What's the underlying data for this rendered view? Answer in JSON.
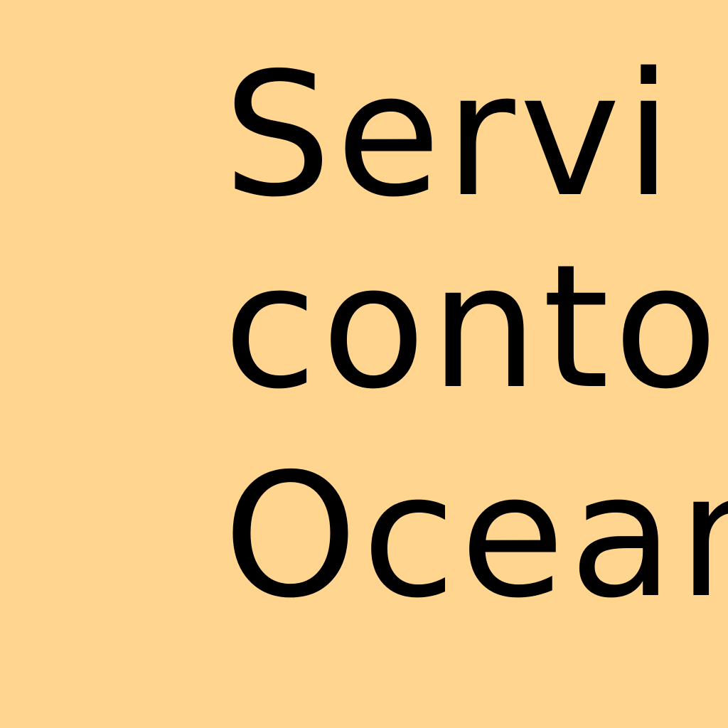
{
  "panel": {
    "background_color": "#FFD590",
    "text_color": "#000000",
    "lines": [
      "",
      "Servi",
      "contou",
      "Ocean"
    ]
  }
}
